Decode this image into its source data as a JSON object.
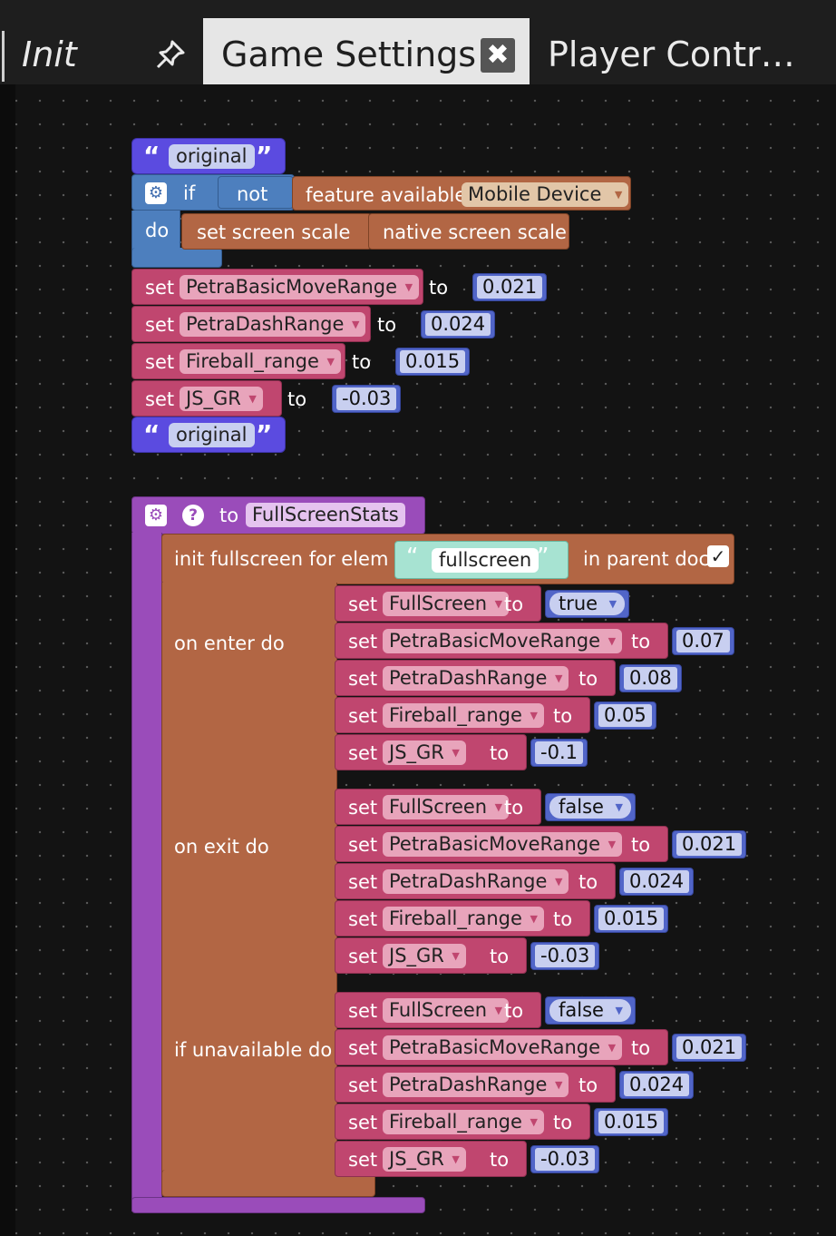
{
  "tabs": {
    "init": "Init",
    "game_settings": "Game Settings",
    "player_controls": "Player Contr…"
  },
  "icons": {
    "pin": "pin-icon",
    "close": "close-icon",
    "gear": "gear-icon",
    "help": "help-icon"
  },
  "colors": {
    "variable_set": "#c0466f",
    "number": "#5165c8",
    "control": "#4d7fbe",
    "device": "#b26644",
    "procedure": "#9a4cba",
    "comment": "#5b4be0"
  },
  "top_script": {
    "comment_start": "original",
    "comment_start_quote_open": "“",
    "comment_start_quote_close": "”",
    "if_label": "if",
    "not_label": "not",
    "feature_available_label": "feature available",
    "feature_value": "Mobile Device",
    "do_label": "do",
    "set_screen_scale_label": "set screen scale",
    "native_screen_scale_label": "native screen scale",
    "sets": [
      {
        "set": "set",
        "var": "PetraBasicMoveRange",
        "to": "to",
        "value": "0.021"
      },
      {
        "set": "set",
        "var": "PetraDashRange",
        "to": "to",
        "value": "0.024"
      },
      {
        "set": "set",
        "var": "Fireball_range",
        "to": "to",
        "value": "0.015"
      },
      {
        "set": "set",
        "var": "JS_GR",
        "to": "to",
        "value": "-0.03"
      }
    ],
    "comment_end": "original"
  },
  "procedure": {
    "to_label": "to",
    "name": "FullScreenStats",
    "init_label": "init fullscreen for elem",
    "elem_value": "fullscreen",
    "parent_doc_label": "in parent doc",
    "parent_doc_checked": "✓",
    "sections": [
      {
        "label": "on enter do",
        "full": {
          "set": "set",
          "var": "FullScreen",
          "to": "to",
          "value": "true"
        },
        "sets": [
          {
            "set": "set",
            "var": "PetraBasicMoveRange",
            "to": "to",
            "value": "0.07"
          },
          {
            "set": "set",
            "var": "PetraDashRange",
            "to": "to",
            "value": "0.08"
          },
          {
            "set": "set",
            "var": "Fireball_range",
            "to": "to",
            "value": "0.05"
          },
          {
            "set": "set",
            "var": "JS_GR",
            "to": "to",
            "value": "-0.1"
          }
        ]
      },
      {
        "label": "on exit do",
        "full": {
          "set": "set",
          "var": "FullScreen",
          "to": "to",
          "value": "false"
        },
        "sets": [
          {
            "set": "set",
            "var": "PetraBasicMoveRange",
            "to": "to",
            "value": "0.021"
          },
          {
            "set": "set",
            "var": "PetraDashRange",
            "to": "to",
            "value": "0.024"
          },
          {
            "set": "set",
            "var": "Fireball_range",
            "to": "to",
            "value": "0.015"
          },
          {
            "set": "set",
            "var": "JS_GR",
            "to": "to",
            "value": "-0.03"
          }
        ]
      },
      {
        "label": "if unavailable do",
        "full": {
          "set": "set",
          "var": "FullScreen",
          "to": "to",
          "value": "false"
        },
        "sets": [
          {
            "set": "set",
            "var": "PetraBasicMoveRange",
            "to": "to",
            "value": "0.021"
          },
          {
            "set": "set",
            "var": "PetraDashRange",
            "to": "to",
            "value": "0.024"
          },
          {
            "set": "set",
            "var": "Fireball_range",
            "to": "to",
            "value": "0.015"
          },
          {
            "set": "set",
            "var": "JS_GR",
            "to": "to",
            "value": "-0.03"
          }
        ]
      }
    ]
  }
}
